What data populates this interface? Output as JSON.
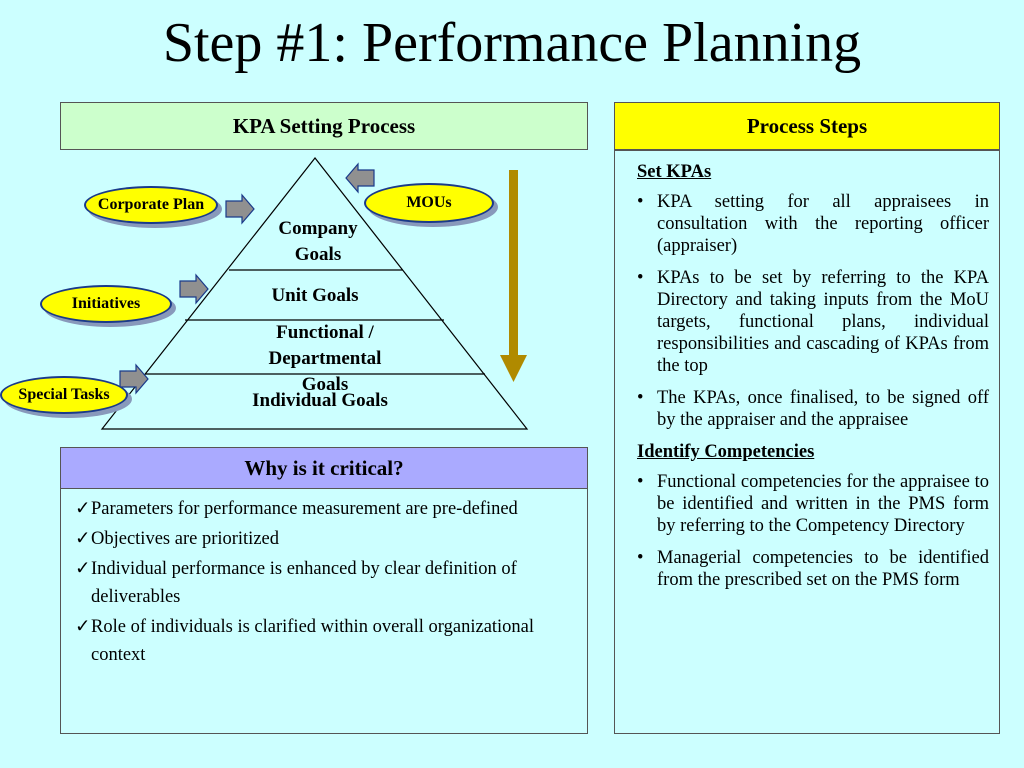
{
  "title": "Step #1: Performance Planning",
  "kpa_header": "KPA Setting Process",
  "process_header": "Process Steps",
  "why_header": "Why is it critical?",
  "colors": {
    "background": "#ccffff",
    "kpa_header_bg": "#ccffcc",
    "process_header_bg": "#ffff00",
    "why_header_bg": "#aaaaff",
    "ellipse_bg": "#ffff00",
    "arrow_down": "#b08a00",
    "small_arrow": "#808080"
  },
  "pyramid": {
    "levels": [
      "Company Goals",
      "Unit Goals",
      "Functional / Departmental Goals",
      "Individual Goals"
    ]
  },
  "inputs": {
    "corporate_plan": "Corporate Plan",
    "mous": "MOUs",
    "initiatives": "Initiatives",
    "special_tasks": "Special Tasks"
  },
  "why_items": [
    "Parameters for performance measurement are pre-defined",
    "Objectives are prioritized",
    "Individual performance is enhanced by clear definition of deliverables",
    "Role of individuals is clarified within overall organizational context"
  ],
  "process_steps": {
    "section1_title": "Set KPAs",
    "section1_items": [
      "KPA setting for all appraisees in consultation with the reporting officer (appraiser)",
      "KPAs to be set by referring to the KPA Directory and taking inputs from the MoU targets, functional plans, individual responsibilities and cascading of KPAs from the top",
      "The KPAs, once finalised, to be signed off by the appraiser and the appraisee"
    ],
    "section2_title": "Identify Competencies",
    "section2_items": [
      "Functional competencies for the appraisee to be identified and written in the PMS form by referring to the Competency Directory",
      "Managerial competencies to be identified from the prescribed set on the PMS form"
    ]
  },
  "bullet": "•",
  "check": "✓"
}
